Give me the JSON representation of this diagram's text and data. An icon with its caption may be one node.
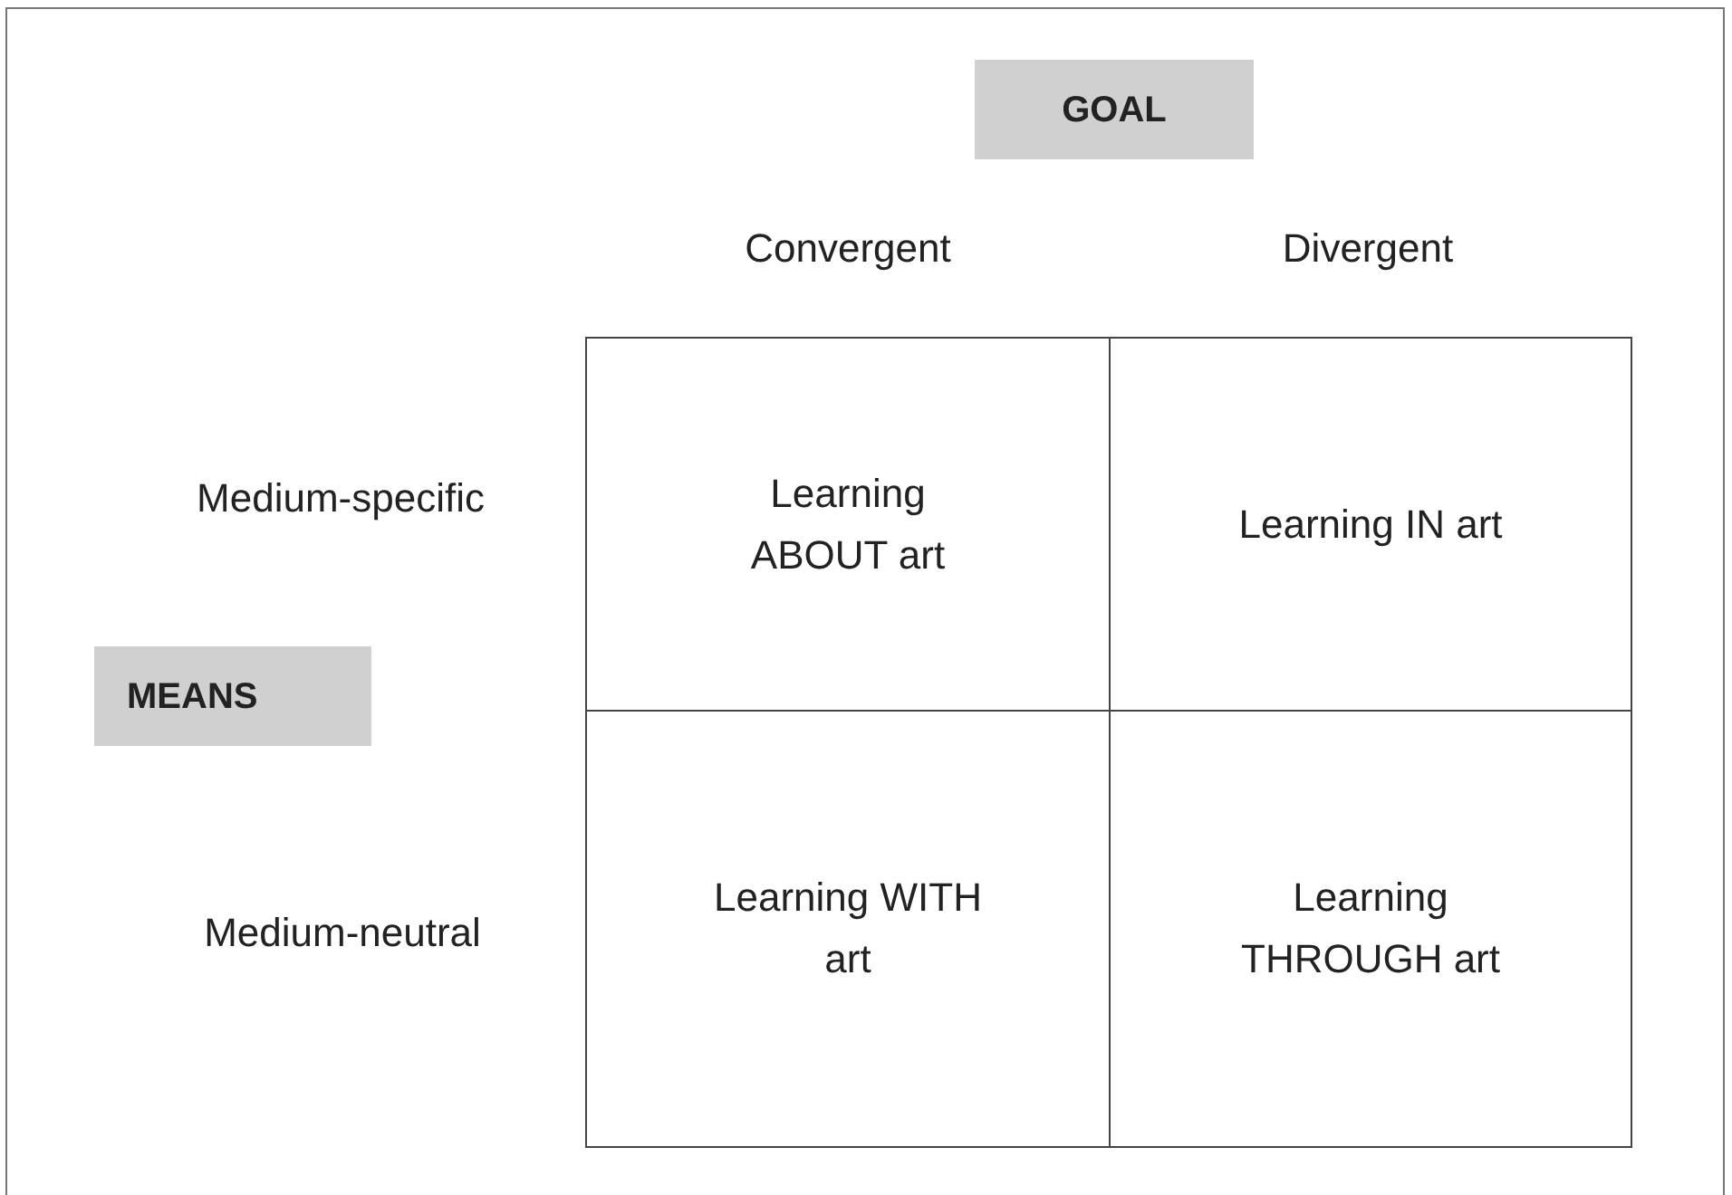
{
  "diagram": {
    "nodes": [
      {
        "text": [
          "GOAL"
        ]
      },
      {
        "text": [
          "MEANS"
        ]
      },
      {
        "text": [
          "Learning ABOUT art"
        ]
      },
      {
        "text": [
          "Learning IN art"
        ]
      },
      {
        "text": [
          "Learning WITH art"
        ]
      },
      {
        "text": [
          "Learning THROUGH art"
        ]
      }
    ],
    "labels": [
      "Convergent",
      "Divergent",
      "Medium-specific",
      "Medium-neutral"
    ]
  }
}
